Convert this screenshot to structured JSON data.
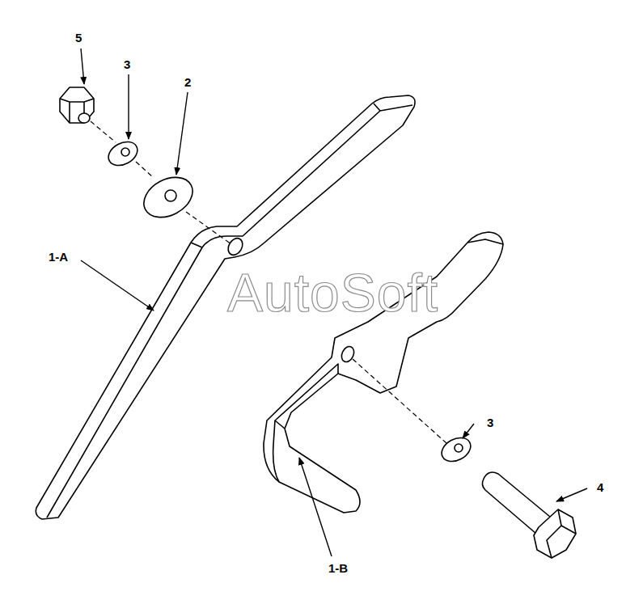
{
  "diagram": {
    "labels": [
      "5",
      "3",
      "2",
      "1-A",
      "3",
      "4",
      "1-B",
      "AutoSoft"
    ]
  }
}
